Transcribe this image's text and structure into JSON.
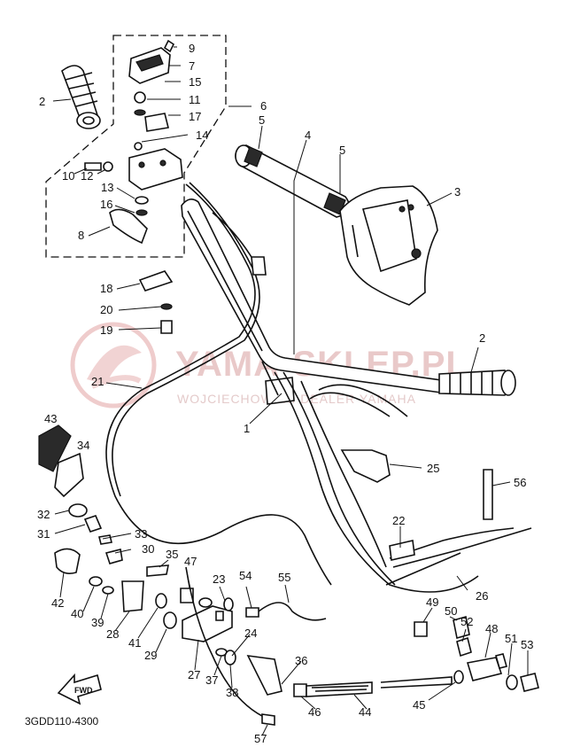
{
  "diagram": {
    "code": "3GDD110-4300",
    "fwd_label": "FWD",
    "watermark_main": "YAMA-SKLEP.PL",
    "watermark_sub": "WOJCIECHOWSKI DEALER YAMAHA",
    "callouts": {
      "c9": "9",
      "c7": "7",
      "c15": "15",
      "c11": "11",
      "c17": "17",
      "c14": "14",
      "c6": "6",
      "c2a": "2",
      "c10": "10",
      "c12": "12",
      "c13": "13",
      "c16": "16",
      "c8": "8",
      "c18": "18",
      "c20": "20",
      "c19": "19",
      "c5a": "5",
      "c4": "4",
      "c5b": "5",
      "c3": "3",
      "c2b": "2",
      "c21": "21",
      "c1": "1",
      "c43": "43",
      "c34": "34",
      "c25": "25",
      "c56": "56",
      "c32": "32",
      "c31": "31",
      "c33": "33",
      "c30": "30",
      "c22": "22",
      "c35": "35",
      "c47": "47",
      "c42": "42",
      "c23": "23",
      "c54": "54",
      "c55": "55",
      "c26": "26",
      "c40": "40",
      "c39": "39",
      "c28": "28",
      "c41": "41",
      "c29": "29",
      "c49": "49",
      "c50": "50",
      "c24": "24",
      "c52": "52",
      "c48": "48",
      "c51": "51",
      "c53": "53",
      "c27": "27",
      "c37": "37",
      "c38": "38",
      "c36": "36",
      "c46": "46",
      "c44": "44",
      "c45": "45",
      "c57": "57"
    }
  }
}
